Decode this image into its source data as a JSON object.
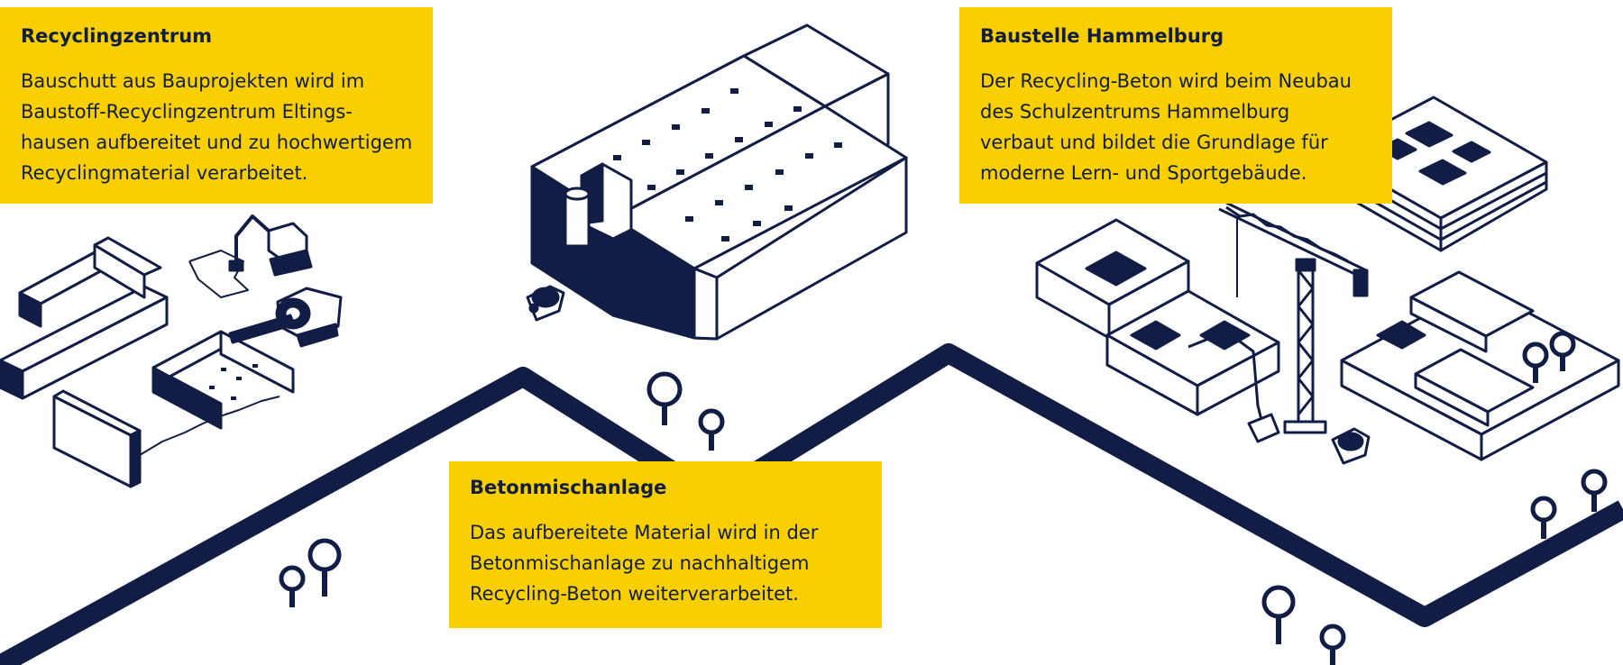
{
  "colors": {
    "navy": "#111d45",
    "yellow": "#f9cf00",
    "background": "#ffffff"
  },
  "boxes": {
    "recycling": {
      "title": "Recyclingzentrum",
      "lines": [
        "Bauschutt aus Bauprojekten wird im",
        "Baustoff-Recyclingzentrum Eltings-",
        "hausen aufbereitet und zu hochwertigem",
        "Recyclingmaterial verarbeitet."
      ]
    },
    "beton": {
      "title": "Betonmischanlage",
      "lines": [
        "Das aufbereitete Material wird in der",
        "Betonmischanlage zu nachhaltigem",
        "Recycling-Beton weiterverarbeitet."
      ]
    },
    "baustelle": {
      "title": "Baustelle Hammelburg",
      "lines": [
        "Der Recycling-Beton wird beim Neubau",
        "des Schulzentrums Hammelburg",
        "verbaut und bildet die Grundlage für",
        "moderne Lern- und Sportgebäude."
      ]
    }
  },
  "icons": [
    "zigzag-road",
    "recycling-yard-illustration",
    "excavator-icon",
    "crusher-icon",
    "concrete-plant-illustration",
    "silo-icon",
    "mixer-truck-icon",
    "school-construction-illustration",
    "tower-crane-icon",
    "tree-icon"
  ]
}
